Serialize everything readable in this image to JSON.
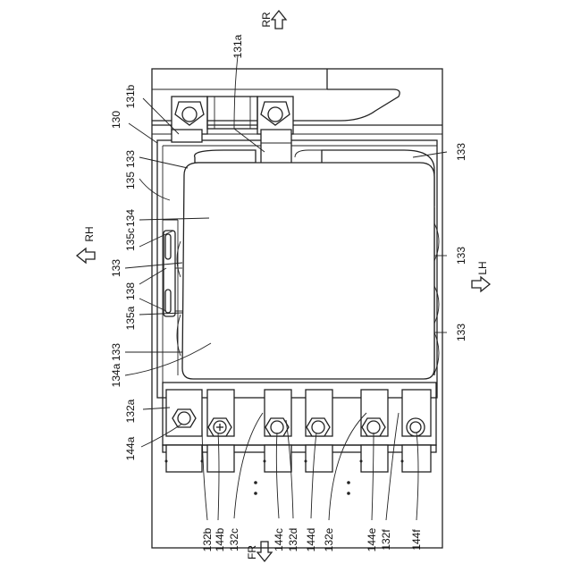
{
  "labels": {
    "l130": "130",
    "l131a": "131a",
    "l131b": "131b",
    "l133": "133",
    "l134": "134",
    "l134a": "134a",
    "l135": "135",
    "l135a": "135a",
    "l135c": "135c",
    "l138": "138",
    "l132a": "132a",
    "l132b": "132b",
    "l132c": "132c",
    "l132d": "132d",
    "l132e": "132e",
    "l132f": "132f",
    "l144a": "144a",
    "l144b": "144b",
    "l144c": "144c",
    "l144d": "144d",
    "l144e": "144e",
    "l144f": "144f"
  },
  "directions": {
    "rr": "RR",
    "fr": "FR",
    "rh": "RH",
    "lh": "LH"
  }
}
